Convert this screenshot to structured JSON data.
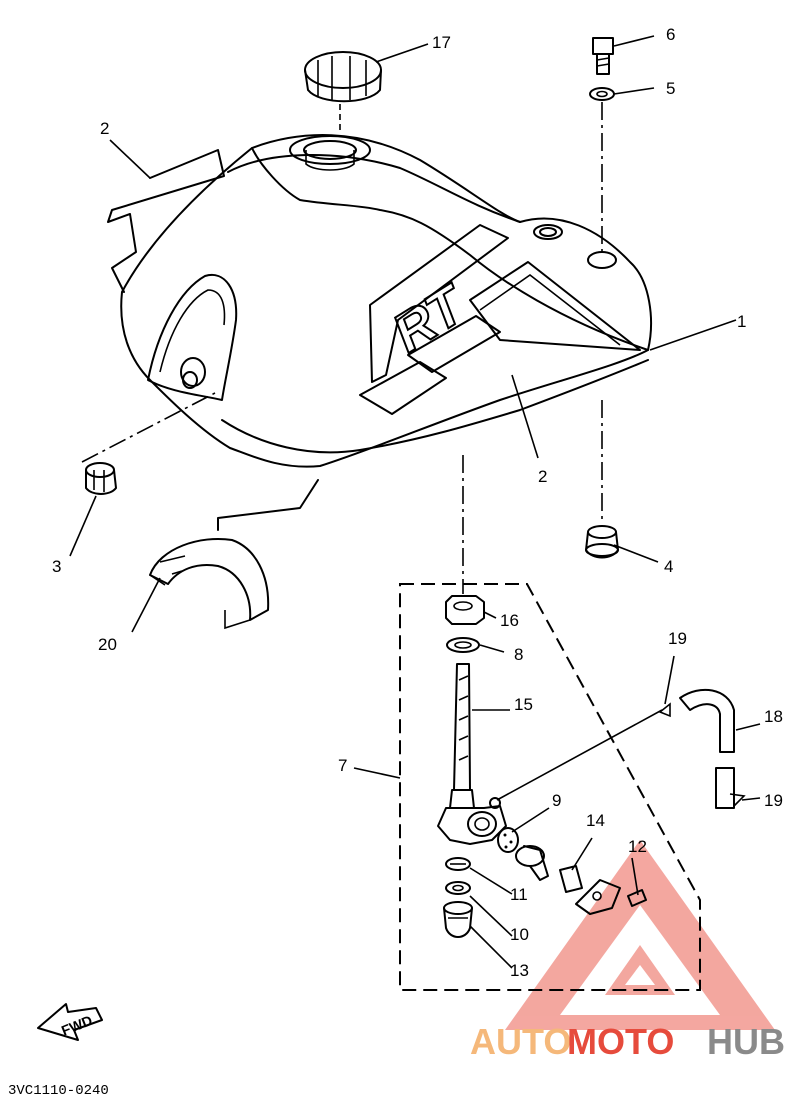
{
  "diagram": {
    "part_labels": {
      "p1": "1",
      "p2a": "2",
      "p2b": "2",
      "p3": "3",
      "p4": "4",
      "p5": "5",
      "p6": "6",
      "p7": "7",
      "p8": "8",
      "p9": "9",
      "p10": "10",
      "p11": "11",
      "p12": "12",
      "p13": "13",
      "p14": "14",
      "p15": "15",
      "p16": "16",
      "p17": "17",
      "p18": "18",
      "p19a": "19",
      "p19b": "19",
      "p20": "20"
    },
    "tank_decal": "RT",
    "fwd_arrow_label": "FWD",
    "drawing_code": "3VC1110-0240"
  },
  "watermark": {
    "part1": "AUTO",
    "part2": "MOTO",
    "part3": "HUB",
    "colors": {
      "light": "#f5b87a",
      "red": "#e64b3c",
      "gray": "#8a8a8a",
      "logo": "#f08a80"
    }
  }
}
